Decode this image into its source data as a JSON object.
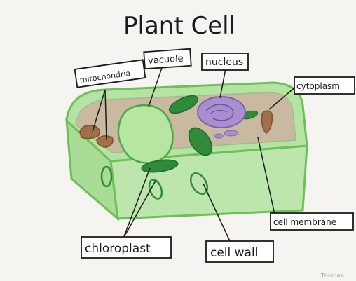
{
  "title": "Plant Cell",
  "labels": {
    "mitochondria": "mitochondria",
    "vacuole": "vacuole",
    "nucleus": "nucleus",
    "cytoplasm": "cytoplasm",
    "cell_membrane": "cell membrane",
    "chloroplast": "chloroplast",
    "cell_wall": "cell wall"
  },
  "signature": "Thomas",
  "colors": {
    "cell_green": "#b5e3a4",
    "wall_edge": "#6fbf58",
    "cytoplasm": "#c9b9a0",
    "chloroplast": "#2f8a3a",
    "nucleus": "#a98fcf",
    "mitochondria": "#a0704a",
    "ink": "#1b1b1b"
  }
}
